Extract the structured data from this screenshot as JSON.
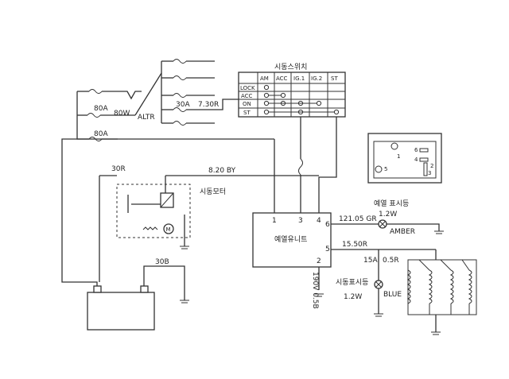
{
  "switch": {
    "title": "시동스위치",
    "columns": [
      "AM",
      "ACC",
      "IG.1",
      "IG.2",
      "ST"
    ],
    "rows": [
      "LOCK",
      "ACC",
      "ON",
      "ST"
    ]
  },
  "fuses": {
    "f80a_top": "80A",
    "w80": "80W",
    "altr": "ALTR",
    "f80a_bottom": "80A",
    "f30a": "30A",
    "w730r": "7.30R"
  },
  "wires": {
    "r30": "30R",
    "by820": "8.20 BY",
    "b30": "30B",
    "gr121": "121.05 GR",
    "r155": "15.50R",
    "a15": "15A",
    "r05": "0.5R",
    "v190b": "190V 0.5B"
  },
  "starter": {
    "label": "시동모터",
    "motor": "M"
  },
  "preheat_unit": {
    "label": "예열유니트",
    "pins": [
      "1",
      "3",
      "4",
      "6",
      "5",
      "2"
    ]
  },
  "preheat_lamp": {
    "label": "예열 표시등",
    "watt": "1.2W",
    "color": "AMBER"
  },
  "start_lamp": {
    "label": "시동표시등",
    "watt": "1.2W",
    "color": "BLUE"
  },
  "connector": {
    "pins": [
      "1",
      "6",
      "4",
      "2",
      "3",
      "5"
    ]
  }
}
